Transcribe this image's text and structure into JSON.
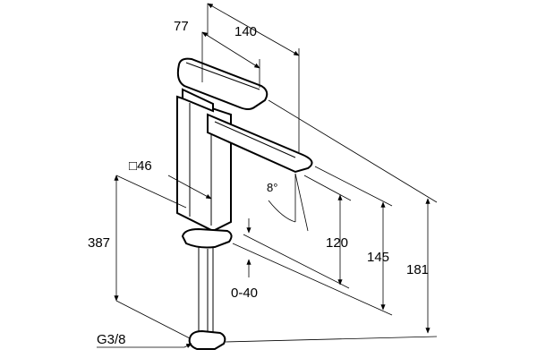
{
  "dimensions": {
    "total_length": "140",
    "lever_offset": "77",
    "body_square": "46",
    "total_height": "387",
    "spout_height": "120",
    "handle_height": "145",
    "overall_height": "181",
    "countertop_range": "0-40",
    "connection_thread": "G3/8"
  },
  "symbols": {
    "square": "□",
    "hot_cold": "8°"
  }
}
